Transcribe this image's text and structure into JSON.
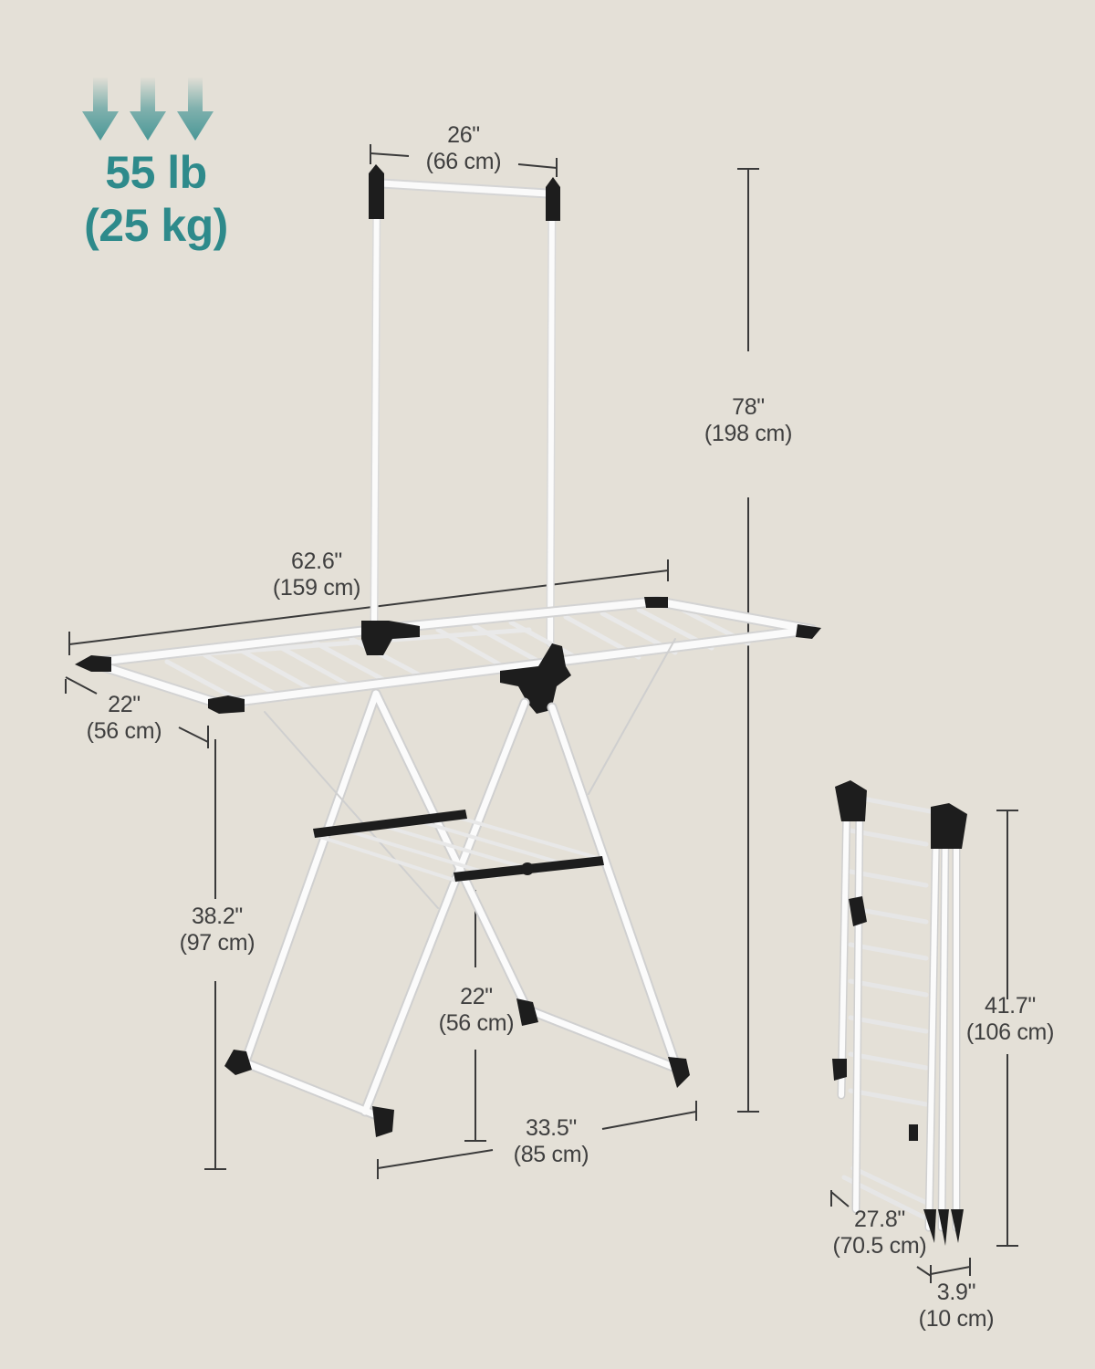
{
  "colors": {
    "background": "#e4e0d7",
    "accent_teal": "#2e8a8b",
    "text_gray": "#3f3f3f",
    "frame_white": "#f7f7f7",
    "joint_black": "#1d1d1d"
  },
  "load_capacity": {
    "icon": "down-arrows-icon",
    "imperial": "55 lb",
    "metric": "(25 kg)"
  },
  "dimensions": {
    "top_bar_width": {
      "imperial": "26\"",
      "metric": "(66 cm)"
    },
    "total_height": {
      "imperial": "78\"",
      "metric": "(198 cm)"
    },
    "wing_length": {
      "imperial": "62.6\"",
      "metric": "(159 cm)"
    },
    "wing_depth": {
      "imperial": "22\"",
      "metric": "(56 cm)"
    },
    "wing_height": {
      "imperial": "38.2\"",
      "metric": "(97 cm)"
    },
    "base_depth": {
      "imperial": "22\"",
      "metric": "(56 cm)"
    },
    "base_width": {
      "imperial": "33.5\"",
      "metric": "(85 cm)"
    },
    "folded_height": {
      "imperial": "41.7\"",
      "metric": "(106 cm)"
    },
    "folded_width": {
      "imperial": "27.8\"",
      "metric": "(70.5 cm)"
    },
    "folded_thickness": {
      "imperial": "3.9\"",
      "metric": "(10 cm)"
    }
  }
}
